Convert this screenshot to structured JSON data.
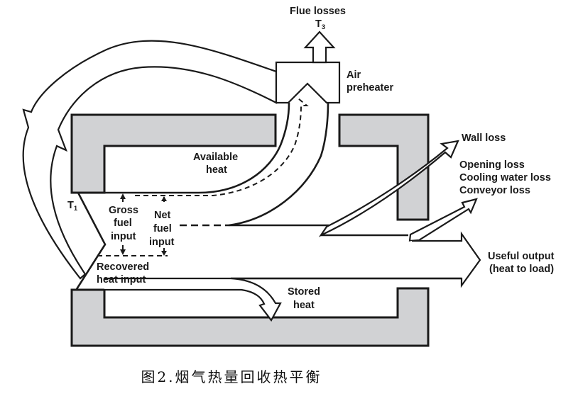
{
  "diagram": {
    "title": "Heat balance with flue gas heat recovery",
    "labels": {
      "flue_losses": "Flue losses",
      "t3": "T",
      "t3_sub": "3",
      "air_preheater_line1": "Air",
      "air_preheater_line2": "preheater",
      "available_heat_line1": "Available",
      "available_heat_line2": "heat",
      "t1": "T",
      "t1_sub": "1",
      "gross_fuel_line1": "Gross",
      "gross_fuel_line2": "fuel",
      "gross_fuel_line3": "input",
      "net_fuel_line1": "Net",
      "net_fuel_line2": "fuel",
      "net_fuel_line3": "input",
      "recovered_heat_line1": "Recovered",
      "recovered_heat_line2": "heat input",
      "wall_loss": "Wall loss",
      "opening_loss": "Opening loss",
      "cooling_water_loss": "Cooling water loss",
      "conveyor_loss": "Conveyor loss",
      "useful_output_line1": "Useful output",
      "useful_output_line2": "(heat to load)",
      "stored_heat_line1": "Stored",
      "stored_heat_line2": "heat"
    },
    "colors": {
      "wall_fill": "#d1d2d4",
      "stroke": "#1a1a1a",
      "background": "#ffffff"
    }
  },
  "caption": "图2.烟气热量回收热平衡"
}
